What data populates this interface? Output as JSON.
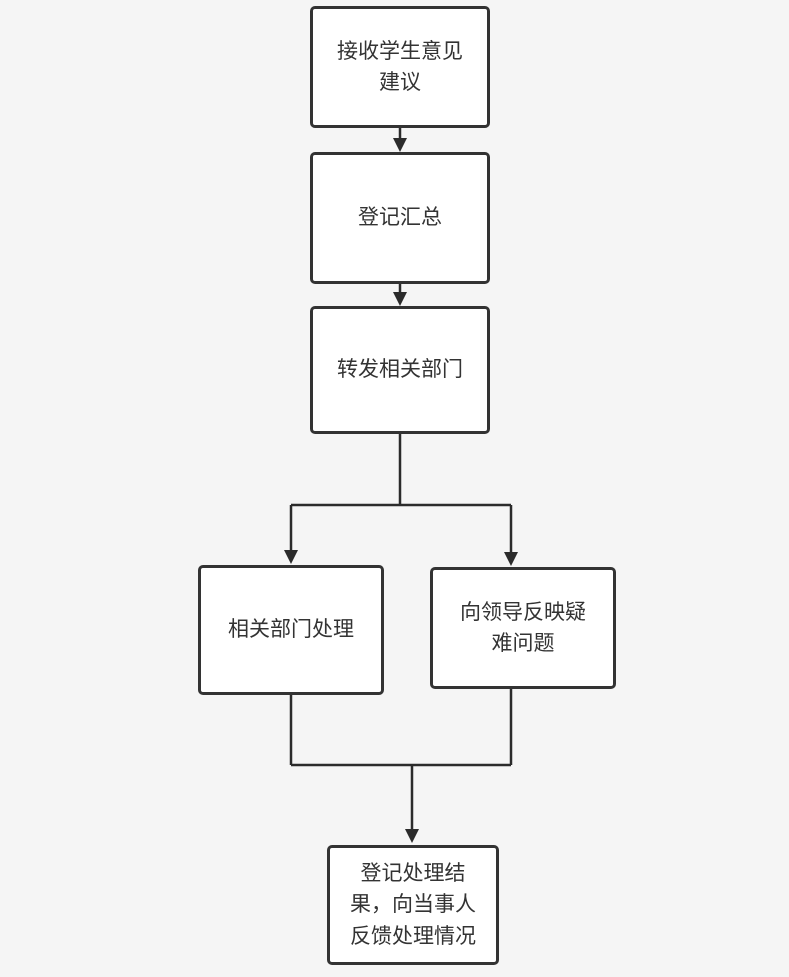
{
  "diagram": {
    "type": "flowchart",
    "background_color": "#f5f5f5",
    "node_fill_color": "#ffffff",
    "node_border_color": "#333333",
    "connector_color": "#2b2b2b",
    "text_color": "#333333",
    "nodes": [
      {
        "id": "receive",
        "label": "接收学生意见建议"
      },
      {
        "id": "register",
        "label": "登记汇总"
      },
      {
        "id": "forward",
        "label": "转发相关部门"
      },
      {
        "id": "dept-handle",
        "label": "相关部门处理"
      },
      {
        "id": "report-leader",
        "label": "向领导反映疑难问题"
      },
      {
        "id": "feedback",
        "label": "登记处理结果，向当事人反馈处理情况"
      }
    ],
    "edges": [
      {
        "from": "receive",
        "to": "register"
      },
      {
        "from": "register",
        "to": "forward"
      },
      {
        "from": "forward",
        "to": "dept-handle"
      },
      {
        "from": "forward",
        "to": "report-leader"
      },
      {
        "from": "dept-handle",
        "to": "feedback"
      },
      {
        "from": "report-leader",
        "to": "feedback"
      }
    ]
  }
}
